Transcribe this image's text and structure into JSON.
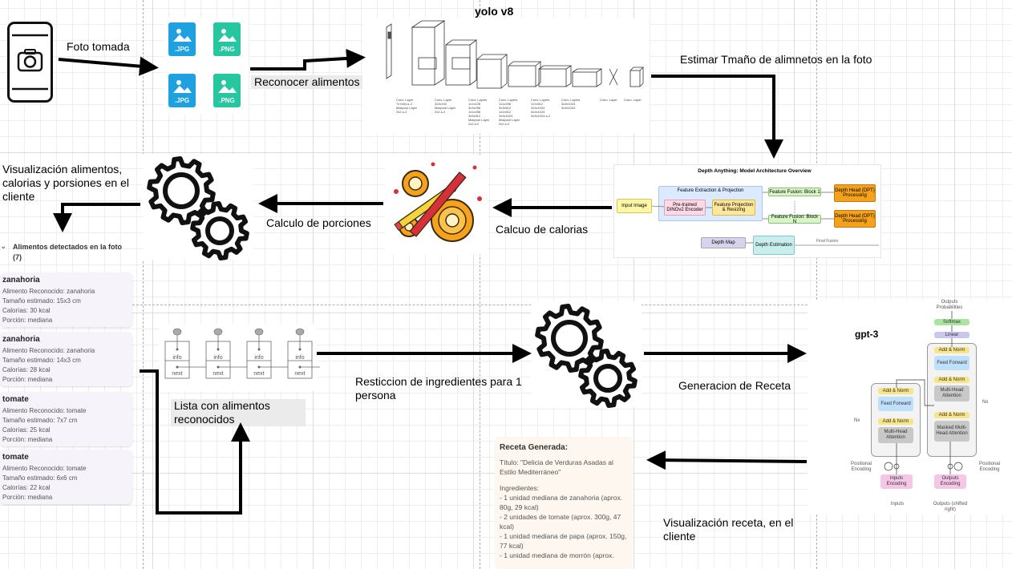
{
  "labels": {
    "foto": "Foto tomada",
    "reconocer": "Reconocer alimentos",
    "yolo_title": "yolo v8",
    "estimar": "Estimar Tmaño de alimnetos en la foto",
    "visualizacion": "Visualización alimentos, calorias y porsiones en el cliente",
    "calculo_porciones": "Calculo de porciones",
    "calcuo_calorias": "Calcuo de calorias",
    "restriccion": "Resticcion de ingredientes para 1 persona",
    "lista": "Lista con alimentos reconocidos",
    "generacion": "Generacion de Receta",
    "gpt_title": "gpt-3",
    "visualizacion_receta": "Visualización receta, en el cliente"
  },
  "files": [
    ".JPG",
    ".PNG",
    ".JPG",
    ".PNG"
  ],
  "colors": {
    "jpg": "#1da1e0",
    "png": "#26c6a0"
  },
  "yolo_captions": [
    "Conv. Layer\n7x7x64-s-2\nMaxpool Layer\n2x2-s-2",
    "Conv. Layer\n3x3x192\nMaxpool Layer\n2x2-s-2",
    "Conv. Layers\n1x1x128\n3x3x256\n1x1x256\n3x3x512\nMaxpool Layer\n2x2-s-2",
    "Conv. Layers\n1x1x256\n3x3x512\n1x1x512\n3x3x1024\nMaxpool Layer\n2x2-s-2",
    "Conv. Layers\n1x1x512\n3x3x1024\n3x3x1024\n3x3x1024-s-2",
    "Conv. Layers\n3x3x1024\n3x3x1024",
    "Conn. Layer",
    "Conn. Layer"
  ],
  "depth": {
    "title": "Depth Anything: Model Architecture Overview",
    "feature_extraction": "Feature Extraction & Projection",
    "input_image": "Input Image",
    "pretrained": "Pre-trained DINOv2 Encoder",
    "feature_projection": "Feature Projection & Resizing",
    "fusion1": "Feature Fusion: Block 1",
    "fusionN": "Feature Fusion: Block N",
    "head1": "Depth Head (DPT) Processing",
    "head2": "Depth Head (DPT) Processing",
    "depth_map": "Depth Map",
    "depth_estimation": "Depth Estimation",
    "final_fusion": "Final Fusion"
  },
  "linked_list": {
    "info": "info",
    "next": "next",
    "count": 4
  },
  "food": {
    "header": "Alimentos detectados en la foto",
    "count": "(7)",
    "cards": [
      {
        "name": "zanahoria",
        "recognized": "Alimento Reconocido: zanahoria",
        "size": "Tamaño estimado: 15x3 cm",
        "cal": "Calorías: 30 kcal",
        "portion": "Porción: mediana"
      },
      {
        "name": "zanahoria",
        "recognized": "Alimento Reconocido: zanahoria",
        "size": "Tamaño estimado: 14x3 cm",
        "cal": "Calorías: 28 kcal",
        "portion": "Porción: mediana"
      },
      {
        "name": "tomate",
        "recognized": "Alimento Reconocido: tomate",
        "size": "Tamaño estimado: 7x7 cm",
        "cal": "Calorías: 25 kcal",
        "portion": "Porción: mediana"
      },
      {
        "name": "tomate",
        "recognized": "Alimento Reconocido: tomate",
        "size": "Tamaño estimado: 6x6 cm",
        "cal": "Calorías: 22 kcal",
        "portion": "Porción: mediana"
      }
    ]
  },
  "recipe": {
    "title": "Receta Generada:",
    "name": "Título: \"Delicia de Verduras Asadas al Estilo Mediterráneo\"",
    "ingredients_label": "Ingredientes:",
    "items": [
      "- 1 unidad mediana de zanahoria (aprox. 80g, 29 kcal)",
      "- 2 unidades de tomate (aprox. 300g, 47 kcal)",
      "- 1 unidad mediana de papa (aprox. 150g, 77 kcal)",
      "- 1 unidad mediana de morrón (aprox."
    ]
  },
  "transformer": {
    "outputs_prob": "Outputs Probabilities",
    "softmax": "Softmax",
    "linear": "Linear",
    "add_norm": "Add & Norm",
    "feed_forward": "Feed Forward",
    "multi_head": "Multi-Head Attention",
    "masked": "Masked Multi-Head Attention",
    "nx": "Nx",
    "positional_encoding": "Positional Encoding",
    "input_embedding": "Inputs Encoding",
    "output_embedding": "Outputs Encoding",
    "inputs": "Inputs",
    "outputs": "Outputs (shifted right)"
  }
}
